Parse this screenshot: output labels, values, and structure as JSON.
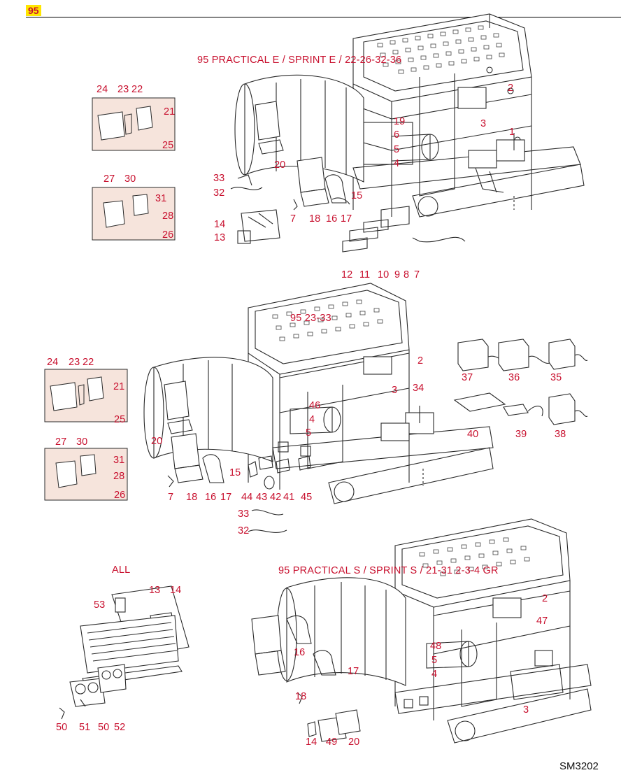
{
  "page_tag": "95",
  "doc_code": "SM3202",
  "colors": {
    "callout": "#c8102e",
    "inset_fill": "#f6e4dc",
    "highlight": "#ffe600",
    "line": "#2a2a2a"
  },
  "sections": [
    {
      "title": "95 PRACTICAL E / SPRINT E / 22-26-32-36",
      "insets": [
        {
          "labels": [
            "24",
            "23",
            "22",
            "21",
            "25"
          ]
        },
        {
          "labels": [
            "27",
            "30",
            "31",
            "28",
            "26"
          ]
        }
      ],
      "labels": [
        "2",
        "1",
        "3",
        "19",
        "6",
        "5",
        "4",
        "20",
        "15",
        "33",
        "32",
        "17",
        "16",
        "18",
        "7",
        "14",
        "13",
        "12",
        "11",
        "10",
        "9",
        "8",
        "7"
      ]
    },
    {
      "title": "95 23-33",
      "insets": [
        {
          "labels": [
            "24",
            "23",
            "22",
            "21",
            "25"
          ]
        },
        {
          "labels": [
            "27",
            "30",
            "31",
            "28",
            "26"
          ]
        }
      ],
      "labels": [
        "2",
        "3",
        "34",
        "46",
        "4",
        "5",
        "20",
        "15",
        "7",
        "18",
        "16",
        "17",
        "44",
        "43",
        "42",
        "41",
        "45",
        "33",
        "32"
      ],
      "accessories": [
        "37",
        "36",
        "35",
        "40",
        "39",
        "38"
      ]
    },
    {
      "title": "ALL",
      "labels": [
        "53",
        "13",
        "14",
        "50",
        "51",
        "50",
        "52"
      ]
    },
    {
      "title": "95 PRACTICAL S / SPRINT S / 21-31 2-3-4 GR",
      "labels": [
        "2",
        "47",
        "48",
        "5",
        "4",
        "3",
        "16",
        "17",
        "18",
        "14",
        "49",
        "20"
      ]
    }
  ]
}
